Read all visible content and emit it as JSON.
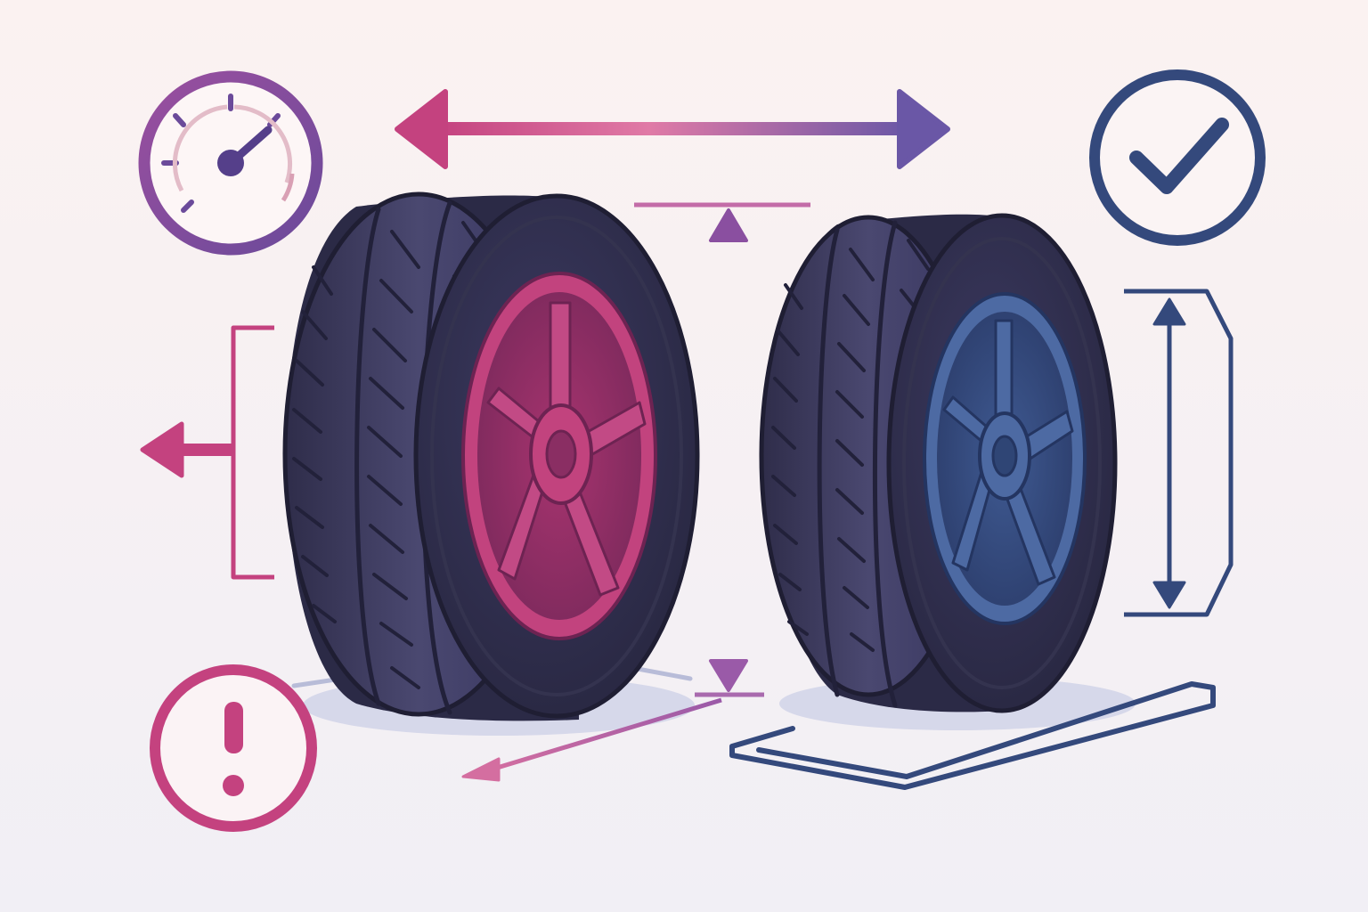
{
  "colors": {
    "bg_top": "#fbf2f1",
    "bg_bottom": "#f1eff5",
    "magenta": "#c4427f",
    "purple": "#7a4f9e",
    "violet": "#6a57a6",
    "navy": "#34497c",
    "tire_dark": "#2b2a46",
    "tire_side": "#3d3b5e",
    "tire_tread": "#4a4870",
    "rim_pink": "#c2437e",
    "rim_pink_dark": "#8a2e63",
    "rim_blue": "#4d6aa3",
    "rim_blue_dark": "#2f4575",
    "shadow": "#c9cde6"
  },
  "icons": {
    "gauge": "speedometer-icon",
    "check": "checkmark-icon",
    "warning": "exclamation-icon"
  },
  "elements": {
    "left_tire": "tire-large-pink-rim",
    "right_tire": "tire-small-blue-rim",
    "width_arrow": "double-headed-horizontal-arrow",
    "height_arrow": "double-headed-vertical-arrow",
    "offset_arrow": "left-pointing-arrow",
    "diameter_bracket": "right-height-bracket",
    "ground_marker": "ground-measurement-line"
  }
}
